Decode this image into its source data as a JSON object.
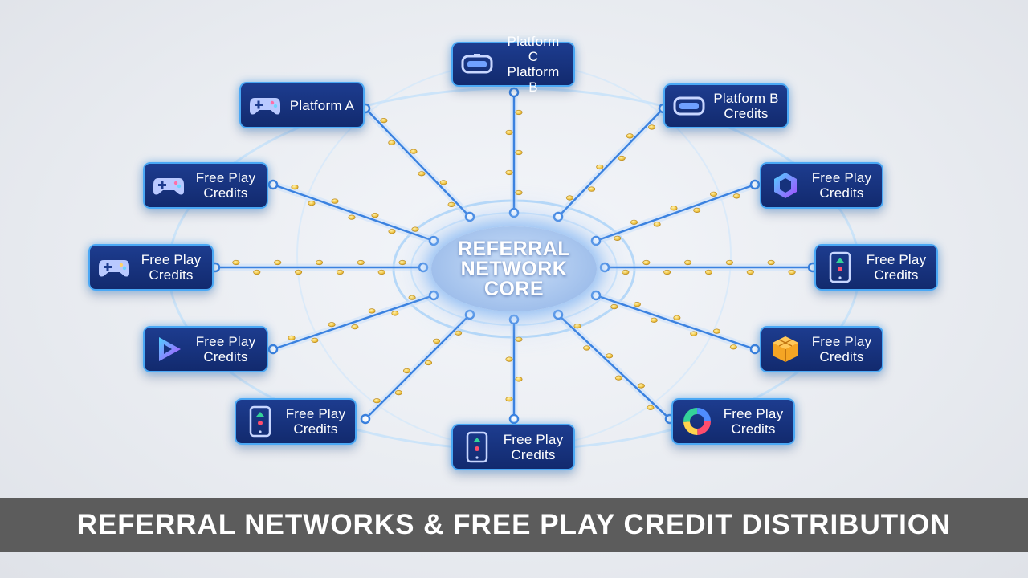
{
  "core": {
    "line1": "REFERRAL",
    "line2": "NETWORK",
    "line3": "CORE"
  },
  "nodes": [
    {
      "id": "top",
      "icon": "vr-headset-icon",
      "line1": "Platform C",
      "line2": "Platform B"
    },
    {
      "id": "upper-left",
      "icon": "gamepad-icon",
      "line1": "Platform A",
      "line2": ""
    },
    {
      "id": "upper-right",
      "icon": "vr-headset-icon",
      "line1": "Platform B",
      "line2": "Credits"
    },
    {
      "id": "left-2",
      "icon": "gamepad-icon",
      "line1": "Free Play",
      "line2": "Credits"
    },
    {
      "id": "right-2",
      "icon": "hexagon-logo-icon",
      "line1": "Free Play",
      "line2": "Credits"
    },
    {
      "id": "left-3",
      "icon": "gamepad-icon",
      "line1": "Free Play",
      "line2": "Credits"
    },
    {
      "id": "right-3",
      "icon": "mobile-game-icon",
      "line1": "Free Play",
      "line2": "Credits"
    },
    {
      "id": "left-4",
      "icon": "play-triangle-icon",
      "line1": "Free Play",
      "line2": "Credits"
    },
    {
      "id": "right-4",
      "icon": "cube-blocks-icon",
      "line1": "Free Play",
      "line2": "Credits"
    },
    {
      "id": "lower-left",
      "icon": "mobile-game-icon",
      "line1": "Free Play",
      "line2": "Credits"
    },
    {
      "id": "bottom",
      "icon": "mobile-game-icon",
      "line1": "Free Play",
      "line2": "Credits"
    },
    {
      "id": "lower-right",
      "icon": "color-ring-icon",
      "line1": "Free Play",
      "line2": "Credits"
    }
  ],
  "banner": {
    "title": "REFERRAL NETWORKS & FREE PLAY CREDIT DISTRIBUTION"
  },
  "colors": {
    "node_fill": "#16327c",
    "node_border": "#4aa8f5",
    "link": "#3b82e0",
    "coin": "#f2c94c",
    "banner": "#5c5c5c"
  }
}
